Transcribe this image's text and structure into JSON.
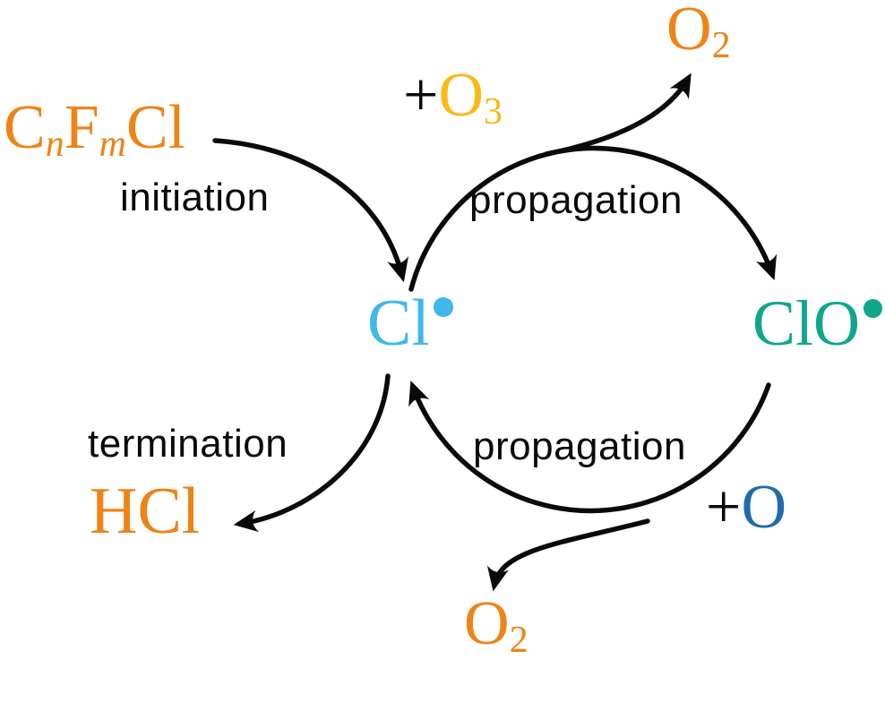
{
  "palette": {
    "orange": "#EE8316",
    "yellow": "#FBB917",
    "light_blue": "#3FB9E9",
    "teal": "#0FA78C",
    "dark_blue": "#1E6BAE",
    "arrow_black": "#0a0a0a"
  },
  "species": {
    "cfc": {
      "parts": [
        "C",
        "n",
        "F",
        "m",
        "Cl"
      ],
      "color": "#EE8316"
    },
    "ozone": {
      "plus": "+",
      "symbol": "O",
      "subscript": "3",
      "color": "#FBB917"
    },
    "o2_top": {
      "symbol": "O",
      "subscript": "2",
      "color": "#EE8316"
    },
    "cl_radical": {
      "symbol": "Cl",
      "radical": true,
      "color": "#3FB9E9"
    },
    "clo_radical": {
      "symbol": "ClO",
      "radical": true,
      "color": "#0FA78C"
    },
    "atomic_o": {
      "plus": "+",
      "symbol": "O",
      "color": "#1E6BAE"
    },
    "o2_bottom": {
      "symbol": "O",
      "subscript": "2",
      "color": "#EE8316"
    },
    "hcl": {
      "symbol": "HCl",
      "color": "#EE8316"
    }
  },
  "labels": {
    "initiation": "initiation",
    "propagation_top": "propagation",
    "propagation_bottom": "propagation",
    "termination": "termination"
  },
  "arrows": [
    {
      "name": "initiation-arrow",
      "from": "CnFmCl",
      "to": "Cl radical"
    },
    {
      "name": "propagation-top-arc",
      "from": "Cl radical",
      "to": "ClO radical",
      "reagent": "+O3"
    },
    {
      "name": "o2-release-top",
      "from": "propagation-top-arc",
      "to": "O2"
    },
    {
      "name": "propagation-bottom-arc",
      "from": "ClO radical",
      "to": "Cl radical",
      "reagent": "+O"
    },
    {
      "name": "o2-release-bottom",
      "from": "propagation-bottom-arc",
      "to": "O2"
    },
    {
      "name": "termination-arrow",
      "from": "Cl radical",
      "to": "HCl"
    }
  ]
}
